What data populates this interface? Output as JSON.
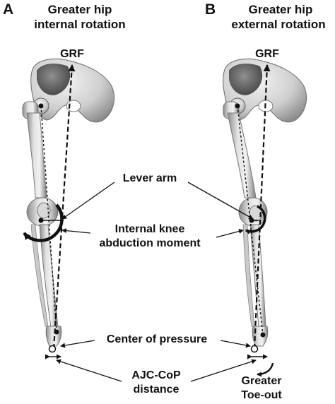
{
  "panel_a": {
    "letter": "A",
    "title_line1": "Greater hip",
    "title_line2": "internal rotation",
    "grf_label": "GRF"
  },
  "panel_b": {
    "letter": "B",
    "title_line1": "Greater hip",
    "title_line2": "external rotation",
    "grf_label": "GRF",
    "toe_out_line1": "Greater",
    "toe_out_line2": "Toe-out"
  },
  "labels": {
    "lever_arm": "Lever arm",
    "moment_line1": "Internal knee",
    "moment_line2": "abduction moment",
    "center_of_pressure": "Center of pressure",
    "ajc_line1": "AJC-CoP",
    "ajc_line2": "distance"
  }
}
